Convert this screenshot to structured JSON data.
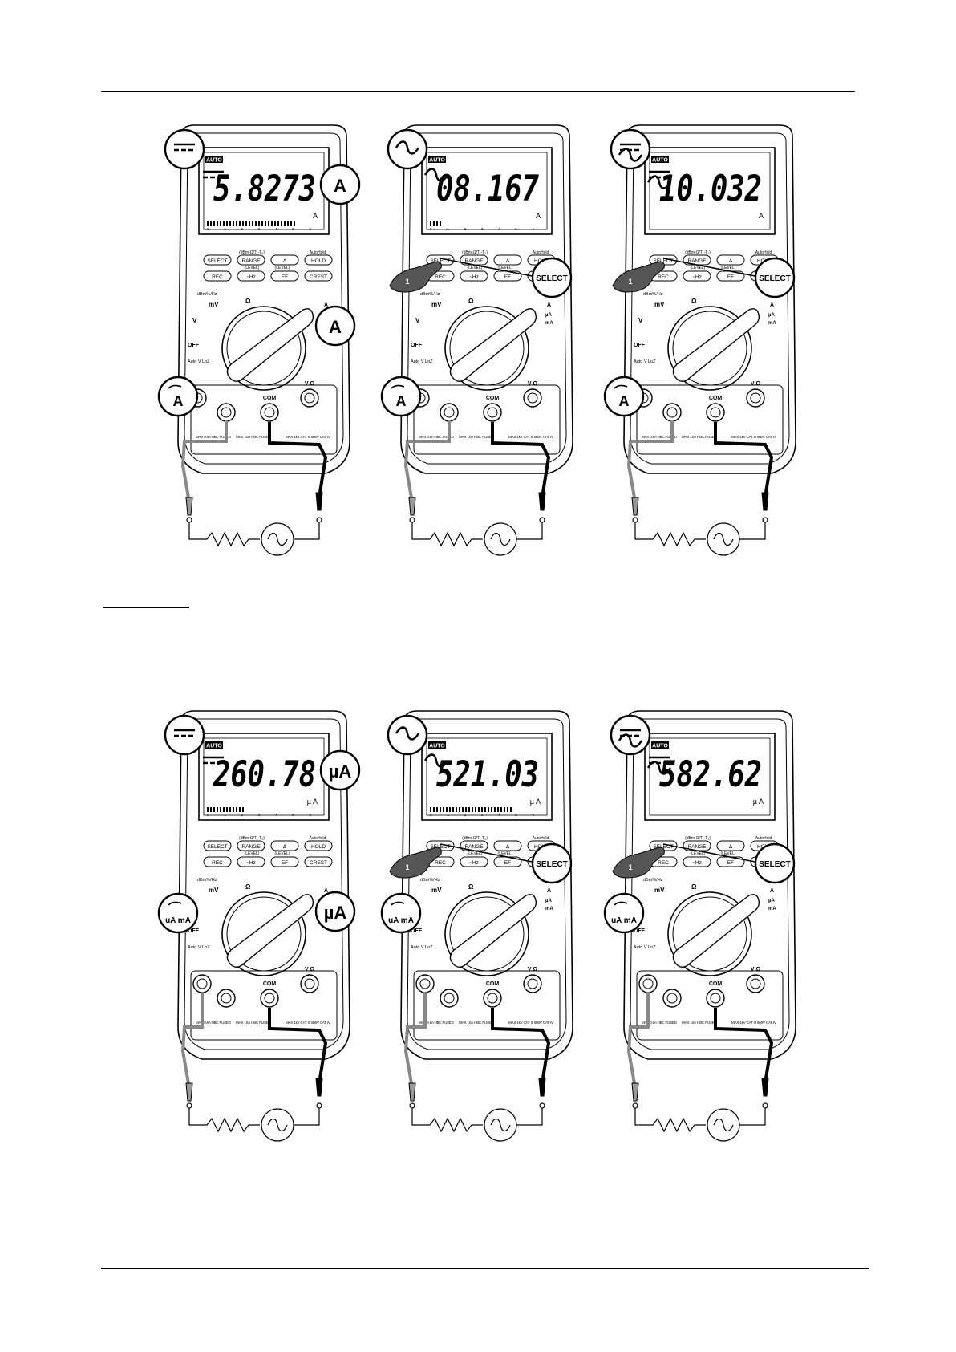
{
  "layout_rows": [
    {
      "meters": [
        {
          "mode_symbol": "dc",
          "auto_label": "AUTO",
          "reading": "5.8273",
          "unit_large": "A",
          "unit_small": "A",
          "callout_unit": "A",
          "select_callout": null,
          "step_number": null,
          "jack_label": "A",
          "scale": "0 1 2 3 4 5 6",
          "bar_ticks": 28
        },
        {
          "mode_symbol": "ac",
          "auto_label": "AUTO",
          "reading": "08.167",
          "unit_large": "",
          "unit_small": "A",
          "callout_unit": null,
          "select_callout": "SELECT",
          "step_number": "1",
          "jack_label": "A",
          "scale": "0 1 2 3 4 5 6",
          "bar_ticks": 4
        },
        {
          "mode_symbol": "acdc",
          "auto_label": "AUTO",
          "reading": "10.032",
          "unit_large": "",
          "unit_small": "A",
          "callout_unit": null,
          "select_callout": "SELECT",
          "step_number": "1",
          "jack_label": "A",
          "scale": "",
          "bar_ticks": 0
        }
      ]
    },
    {
      "meters": [
        {
          "mode_symbol": "dc",
          "auto_label": "AUTO",
          "reading": "260.78",
          "unit_large": "µA",
          "unit_small": "µ A",
          "callout_unit": "µA",
          "select_callout": null,
          "step_number": null,
          "jack_label": "uA mA",
          "scale": "0 1 2 3 4 5 6",
          "bar_ticks": 12
        },
        {
          "mode_symbol": "ac",
          "auto_label": "AUTO",
          "reading": "521.03",
          "unit_large": "",
          "unit_small": "µ A",
          "callout_unit": null,
          "select_callout": "SELECT",
          "step_number": "1",
          "jack_label": "uA mA",
          "scale": "0 1 2 3 4 5 6",
          "bar_ticks": 26
        },
        {
          "mode_symbol": "acdc",
          "auto_label": "AUTO",
          "reading": "582.62",
          "unit_large": "",
          "unit_small": "µ A",
          "callout_unit": null,
          "select_callout": "SELECT",
          "step_number": "1",
          "jack_label": "uA mA",
          "scale": "",
          "bar_ticks": 0
        }
      ]
    }
  ],
  "panel": {
    "buttons_row1": [
      "SELECT",
      "RANGE",
      "Δ",
      "HOLD"
    ],
    "buttons_row2": [
      "REC",
      "~Hz",
      "EF",
      "CREST"
    ],
    "top_labels": [
      "(dBm-Ω/T₁-T₂)",
      "AutoHold"
    ],
    "mid_labels": [
      "(LEVEL)",
      "(LEVEL)"
    ],
    "dial_labels": [
      "dBm%/Hz",
      "mV",
      "Ω",
      "V",
      "OFF",
      "Auto V LoZ",
      "µA",
      "mA",
      "A"
    ],
    "jacks": {
      "com": "COM",
      "v_ohm": "V Ω",
      "warn_fused_small": "MAX 0.6A HBC FUSED",
      "warn_fused_large": "MAX 10A HBC FUSED",
      "warn_cat": "MAX 1kV CAT III 600V CAT IV"
    }
  }
}
